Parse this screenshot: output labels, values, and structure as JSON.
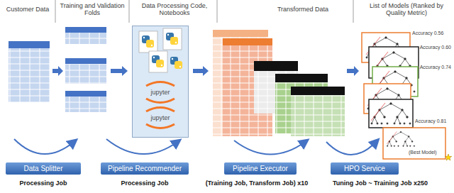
{
  "diagram": {
    "nodes": [
      {
        "text": [
          "jupyter",
          "jupyter"
        ]
      },
      {
        "text": [
          "Data Splitter"
        ]
      },
      {
        "text": [
          "Pipeline Recommender"
        ]
      },
      {
        "text": [
          "Pipeline Executor"
        ]
      },
      {
        "text": [
          "HPO Service"
        ]
      }
    ],
    "labels": [
      "Customer Data",
      "Training and Validation Folds",
      "Data Processing Code, Notebooks",
      "Transformed Data",
      "List of Models (Ranked by Quality Metric)",
      "Accuracy 0.56",
      "Accuracy 0.60",
      "Accuracy 0.74",
      "Accuracy 0.81",
      "(Best Model)",
      "Processing Job",
      "Processing Job",
      "(Training Job, Transform Job) x10",
      "Tuning Job ~ Training Job x250"
    ]
  }
}
